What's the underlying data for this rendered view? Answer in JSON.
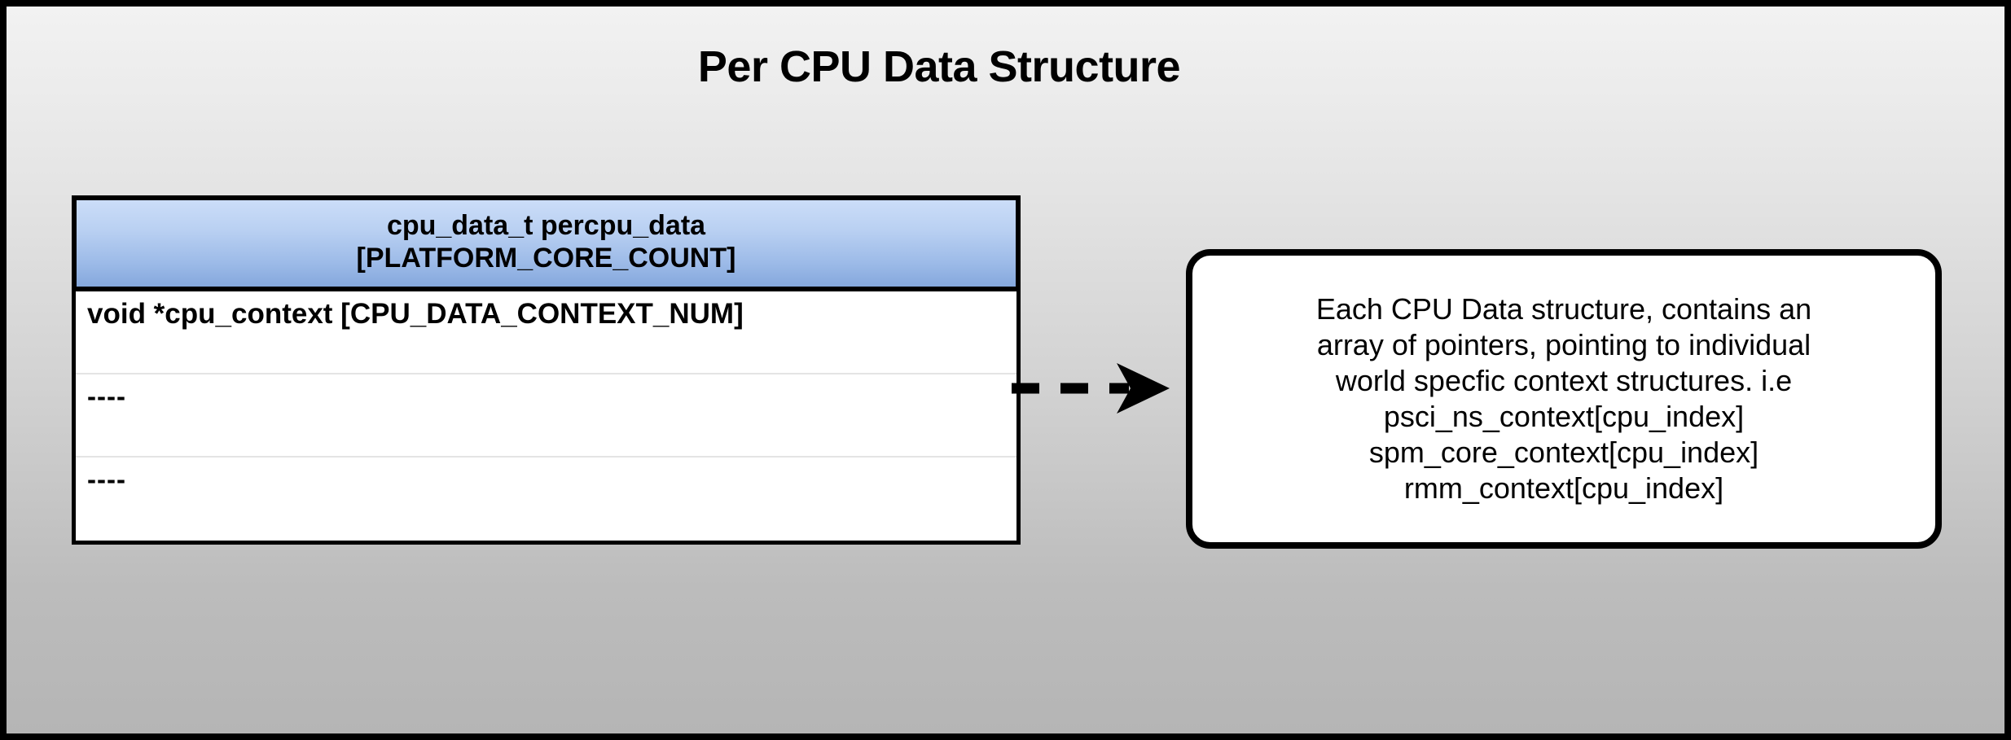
{
  "title": "Per CPU Data Structure",
  "colors": {
    "background_top": "#f2f2f2",
    "background_bottom": "#b5b5b5",
    "header_gradient_top": "#cbddf8",
    "header_gradient_bottom": "#85a8dd",
    "border": "#000000",
    "row_separator": "#e4e4e4",
    "body_background": "#ffffff"
  },
  "struct_table": {
    "header": {
      "line1": "cpu_data_t percpu_data",
      "line2": "[PLATFORM_CORE_COUNT]"
    },
    "rows": [
      {
        "label": "void *cpu_context [CPU_DATA_CONTEXT_NUM]"
      },
      {
        "label": "----"
      },
      {
        "label": "----"
      }
    ]
  },
  "arrow": {
    "icon": "dashed-arrow-right-icon",
    "direction": "right",
    "style": "dashed",
    "dash_count": 3
  },
  "callout": {
    "lines": [
      "Each CPU Data structure, contains an",
      "array of pointers, pointing to individual",
      "world specfic context structures. i.e",
      "psci_ns_context[cpu_index]",
      "spm_core_context[cpu_index]",
      "rmm_context[cpu_index]"
    ]
  }
}
